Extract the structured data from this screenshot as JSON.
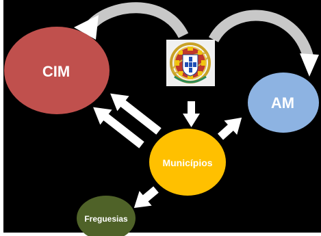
{
  "diagram": {
    "nodes": {
      "cim": {
        "label": "CIM"
      },
      "am": {
        "label": "AM"
      },
      "municipios": {
        "label": "Municípios"
      },
      "freguesias": {
        "label": "Freguesias"
      },
      "coat_of_arms": {
        "icon": "portugal-coat-of-arms-icon"
      }
    },
    "colors": {
      "background": "#000000",
      "cim": "#c0504d",
      "am": "#8db3e2",
      "municipios": "#ffc000",
      "freguesias": "#4f6228",
      "arrow": "#ffffff",
      "curved_arrow": "#c8c8c8"
    }
  }
}
